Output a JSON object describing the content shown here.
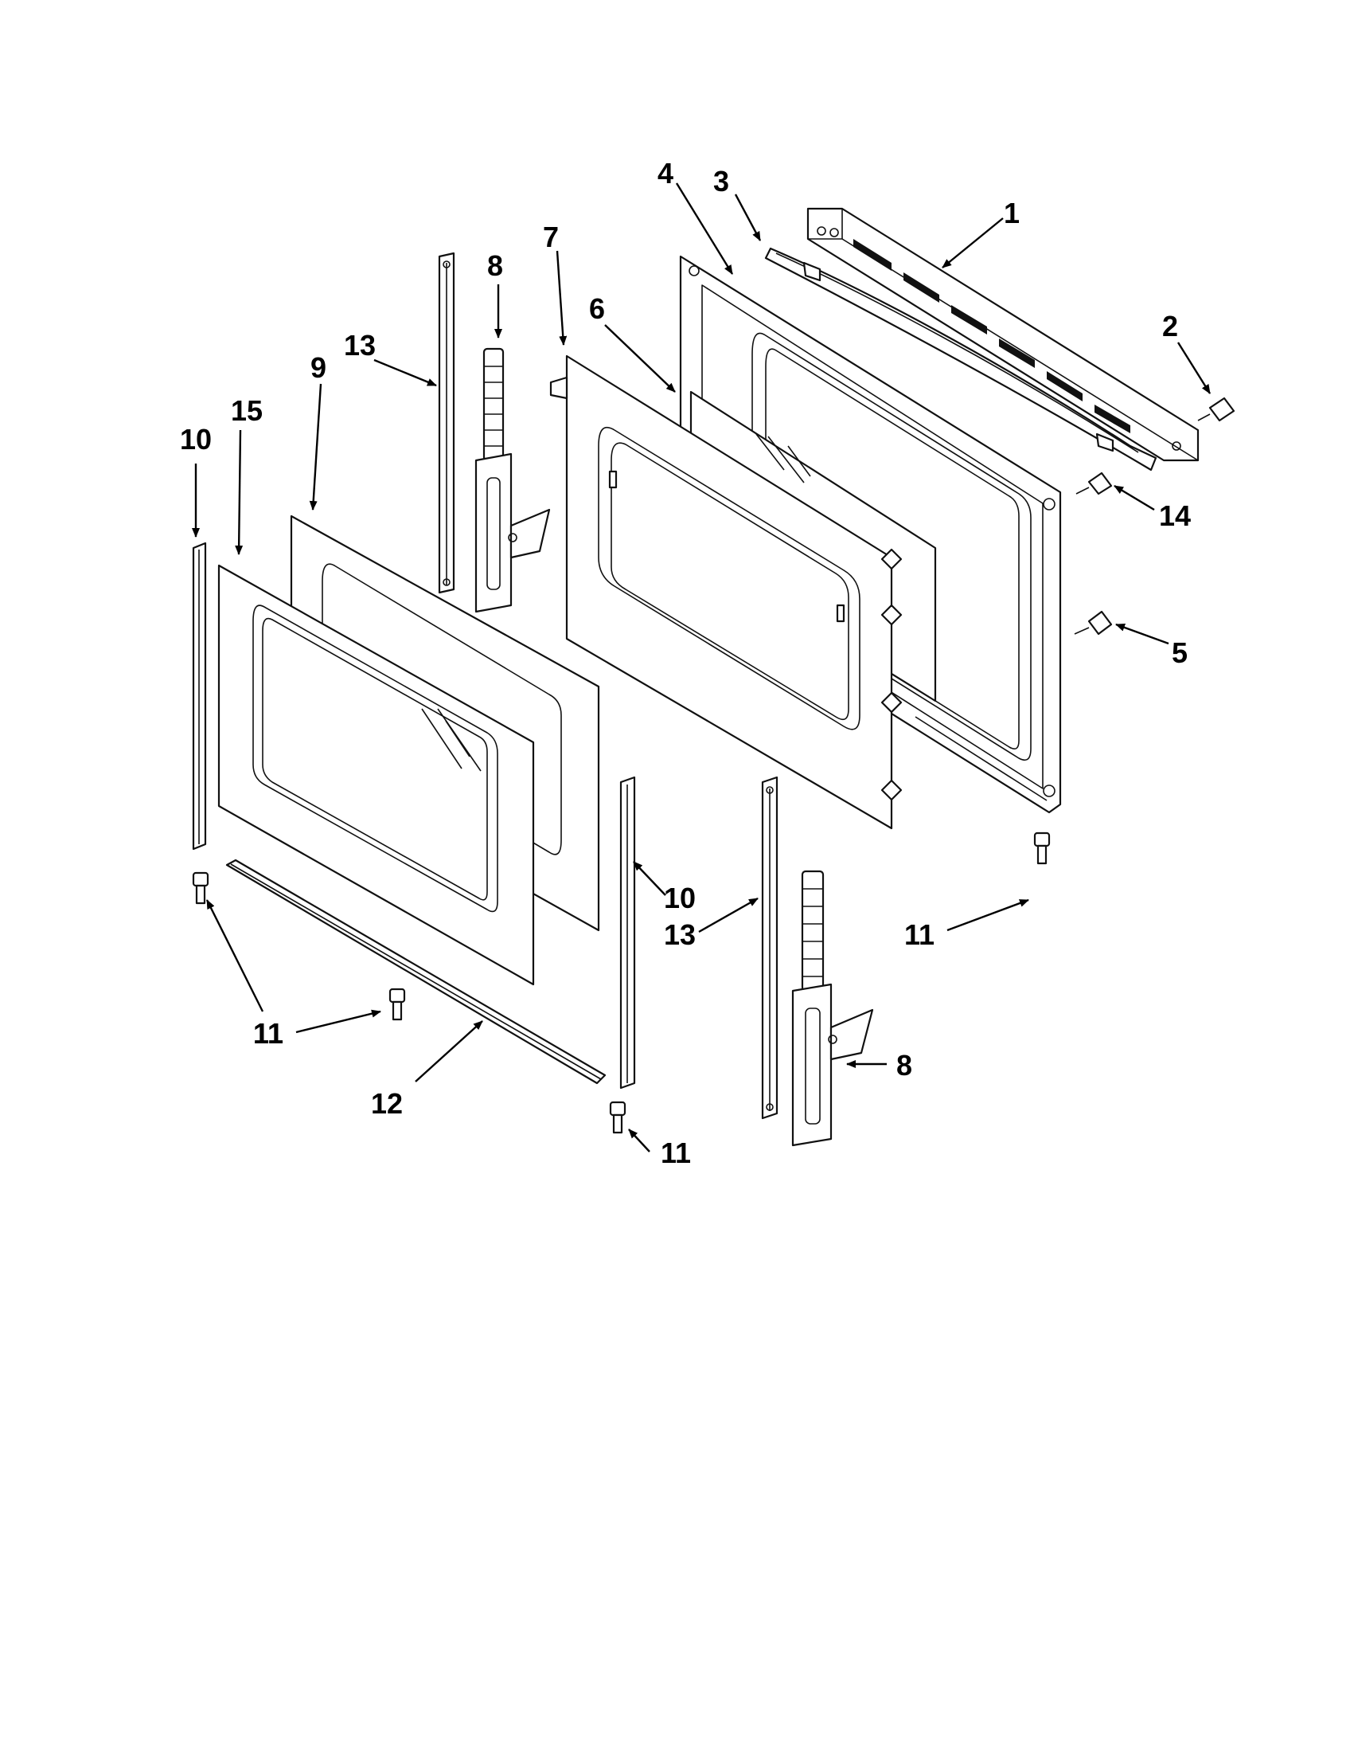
{
  "diagram": {
    "callouts": [
      {
        "id": "c1",
        "label": "1"
      },
      {
        "id": "c2",
        "label": "2"
      },
      {
        "id": "c3",
        "label": "3"
      },
      {
        "id": "c4",
        "label": "4"
      },
      {
        "id": "c5",
        "label": "5"
      },
      {
        "id": "c6",
        "label": "6"
      },
      {
        "id": "c7",
        "label": "7"
      },
      {
        "id": "c8a",
        "label": "8"
      },
      {
        "id": "c8b",
        "label": "8"
      },
      {
        "id": "c9",
        "label": "9"
      },
      {
        "id": "c10a",
        "label": "10"
      },
      {
        "id": "c10b",
        "label": "10"
      },
      {
        "id": "c11a",
        "label": "11"
      },
      {
        "id": "c11b",
        "label": "11"
      },
      {
        "id": "c11c",
        "label": "11"
      },
      {
        "id": "c11d",
        "label": "11"
      },
      {
        "id": "c12",
        "label": "12"
      },
      {
        "id": "c13a",
        "label": "13"
      },
      {
        "id": "c13b",
        "label": "13"
      },
      {
        "id": "c14",
        "label": "14"
      },
      {
        "id": "c15",
        "label": "15"
      }
    ]
  }
}
